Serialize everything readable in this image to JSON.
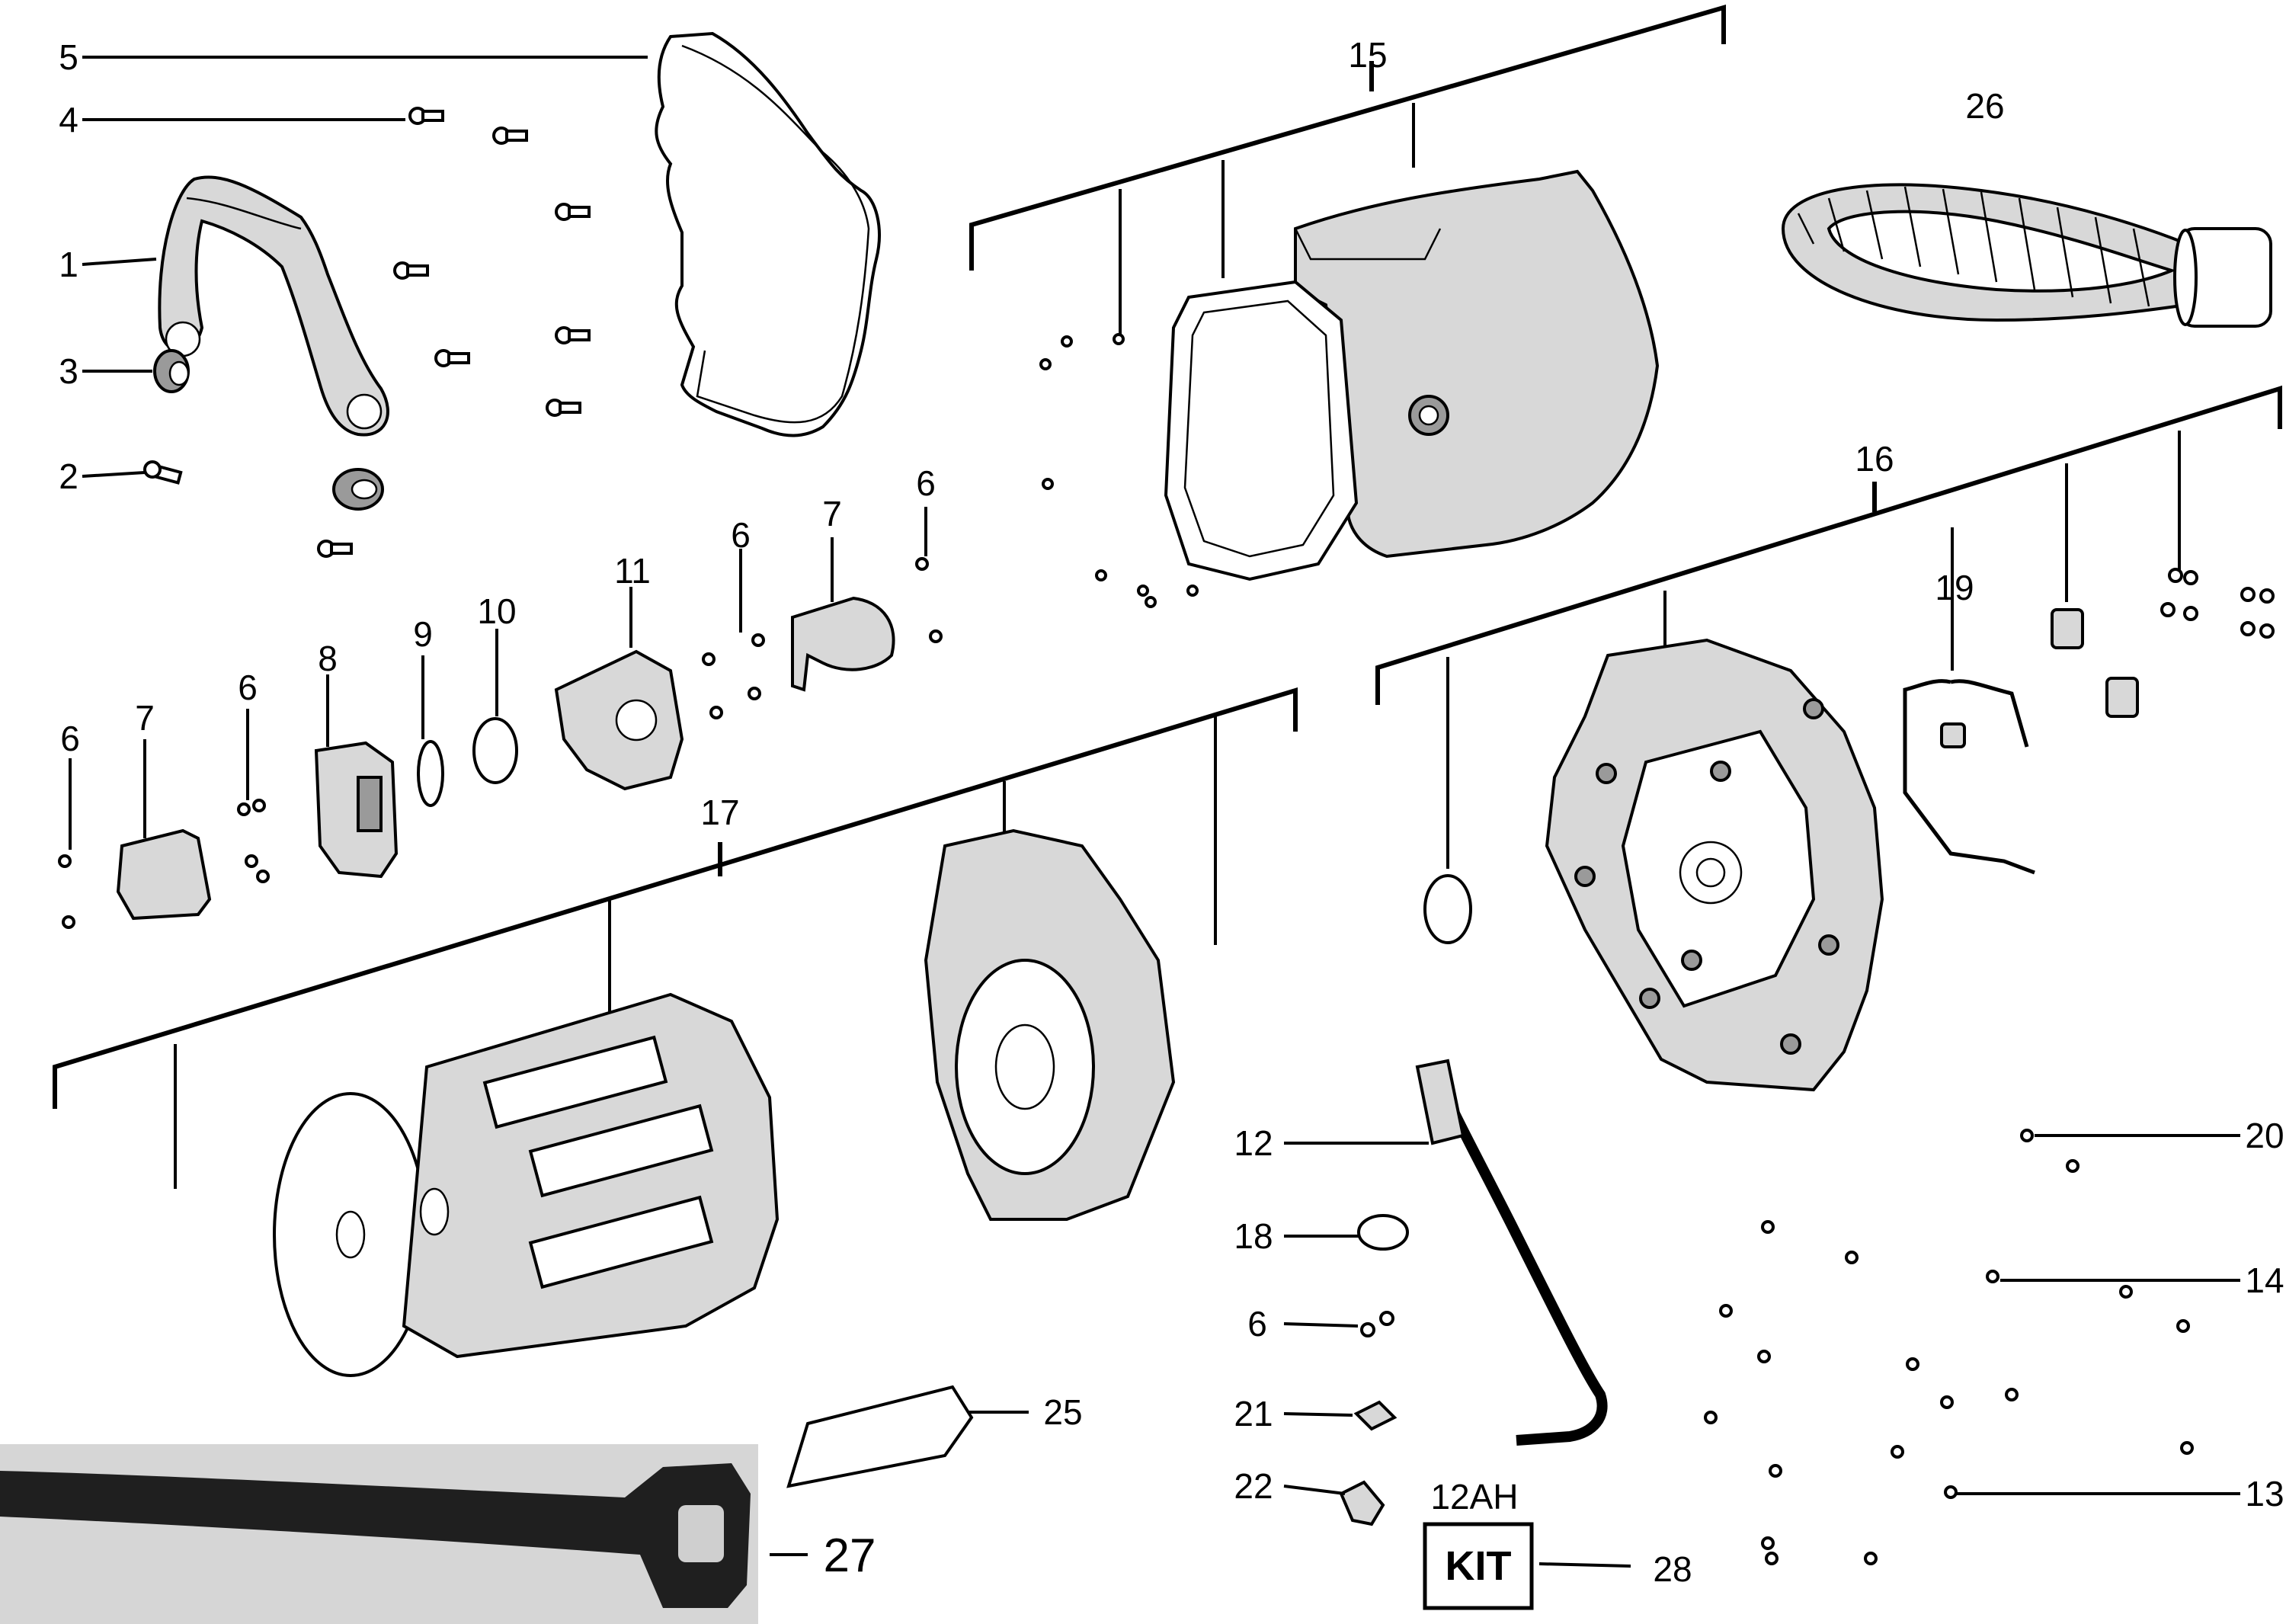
{
  "callouts": {
    "c1": "1",
    "c2": "2",
    "c3": "3",
    "c4": "4",
    "c5": "5",
    "c6a": "6",
    "c6b": "6",
    "c6c": "6",
    "c6d": "6",
    "c6e": "6",
    "c7a": "7",
    "c7b": "7",
    "c8": "8",
    "c9": "9",
    "c10": "10",
    "c11": "11",
    "c12": "12",
    "c13": "13",
    "c14": "14",
    "c15": "15",
    "c16": "16",
    "c17": "17",
    "c18": "18",
    "c19": "19",
    "c20": "20",
    "c21": "21",
    "c22": "22",
    "c25": "25",
    "c26": "26",
    "c27": "27",
    "c28": "28"
  },
  "kit": {
    "label": "KIT",
    "caption": "12AH"
  }
}
